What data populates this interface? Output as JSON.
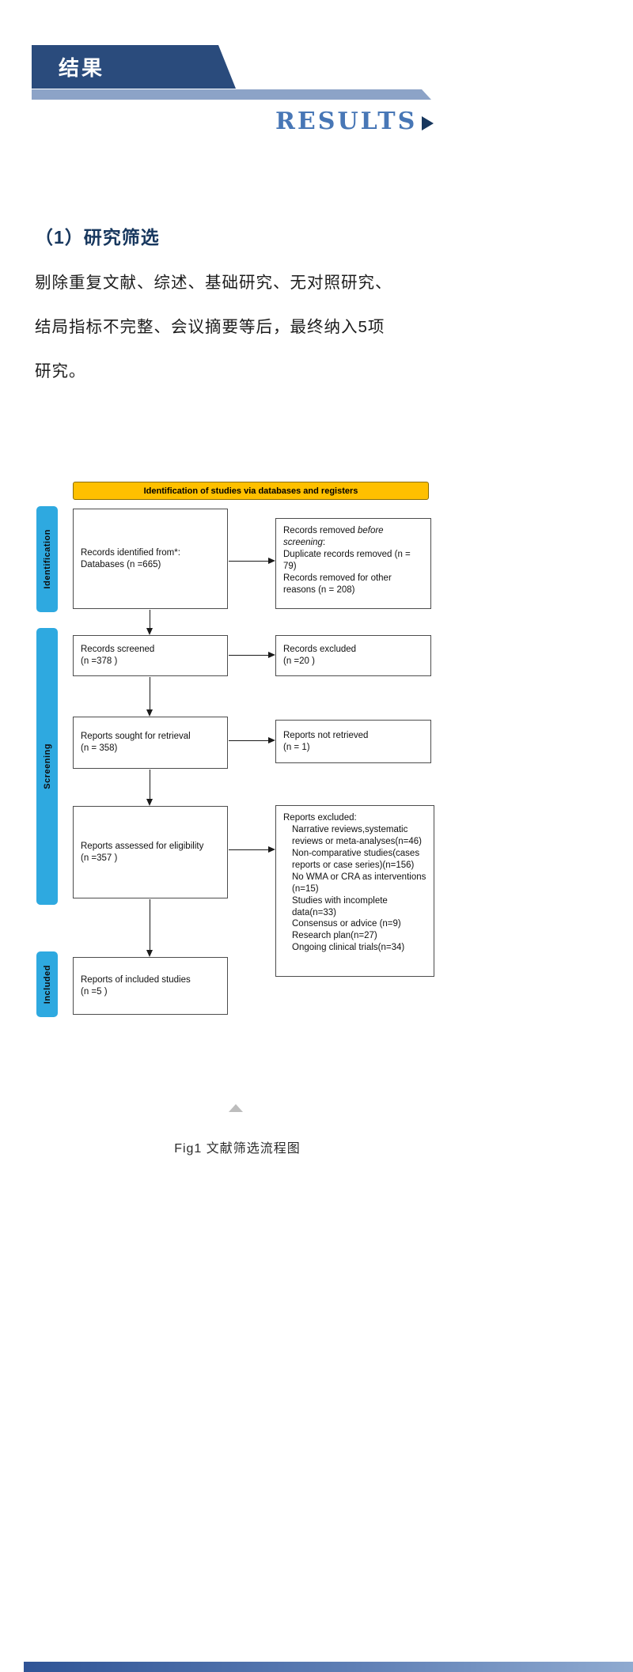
{
  "banner": {
    "title_zh": "结果",
    "title_en": "RESULTS"
  },
  "section": {
    "heading": "（1）研究筛选",
    "body_lines": [
      "剔除重复文献、综述、基础研究、无对照研究、",
      "结局指标不完整、会议摘要等后，最终纳入5项",
      "研究。"
    ]
  },
  "flowchart": {
    "header": "Identification of studies via databases and registers",
    "side_labels": [
      "Identification",
      "Screening",
      "Included"
    ],
    "identified": {
      "line1": "Records identified from*:",
      "line2": "Databases (n =665)"
    },
    "removed": {
      "prefix": "Records removed ",
      "italic": "before screening",
      "suffix": ":",
      "lines": [
        "Duplicate records removed  (n = 79)",
        "Records removed for other reasons (n = 208)"
      ]
    },
    "screened": {
      "line1": "Records screened",
      "line2": "(n =378 )"
    },
    "excluded_records": {
      "line1": "Records excluded",
      "line2": "(n =20 )"
    },
    "sought": {
      "line1": "Reports sought for retrieval",
      "line2": "(n = 358)"
    },
    "not_retrieved": {
      "line1": "Reports not retrieved",
      "line2": "(n = 1)"
    },
    "assessed": {
      "line1": "Reports assessed for eligibility",
      "line2": "(n =357 )"
    },
    "excluded_reports": {
      "title": "Reports excluded:",
      "lines": [
        "Narrative reviews,systematic reviews or meta-analyses(n=46)",
        "Non-comparative studies(cases reports or case series)(n=156)",
        "No WMA or CRA as interventions (n=15)",
        "Studies with incomplete data(n=33)",
        "Consensus or advice (n=9)",
        "Research plan(n=27)",
        "Ongoing clinical trials(n=34)"
      ]
    },
    "included": {
      "line1": "Reports of included studies",
      "line2": "(n =5 )"
    }
  },
  "caption": "Fig1 文献筛选流程图",
  "colors": {
    "banner_dark": "#2a4b7c",
    "banner_light": "#8ca3c7",
    "results_blue": "#4877b6",
    "heading_navy": "#17375e",
    "tab_blue": "#2ea9e0",
    "header_yellow": "#ffc000",
    "bottom_bar_start": "#2f5496",
    "bottom_bar_end": "#8faad0"
  }
}
